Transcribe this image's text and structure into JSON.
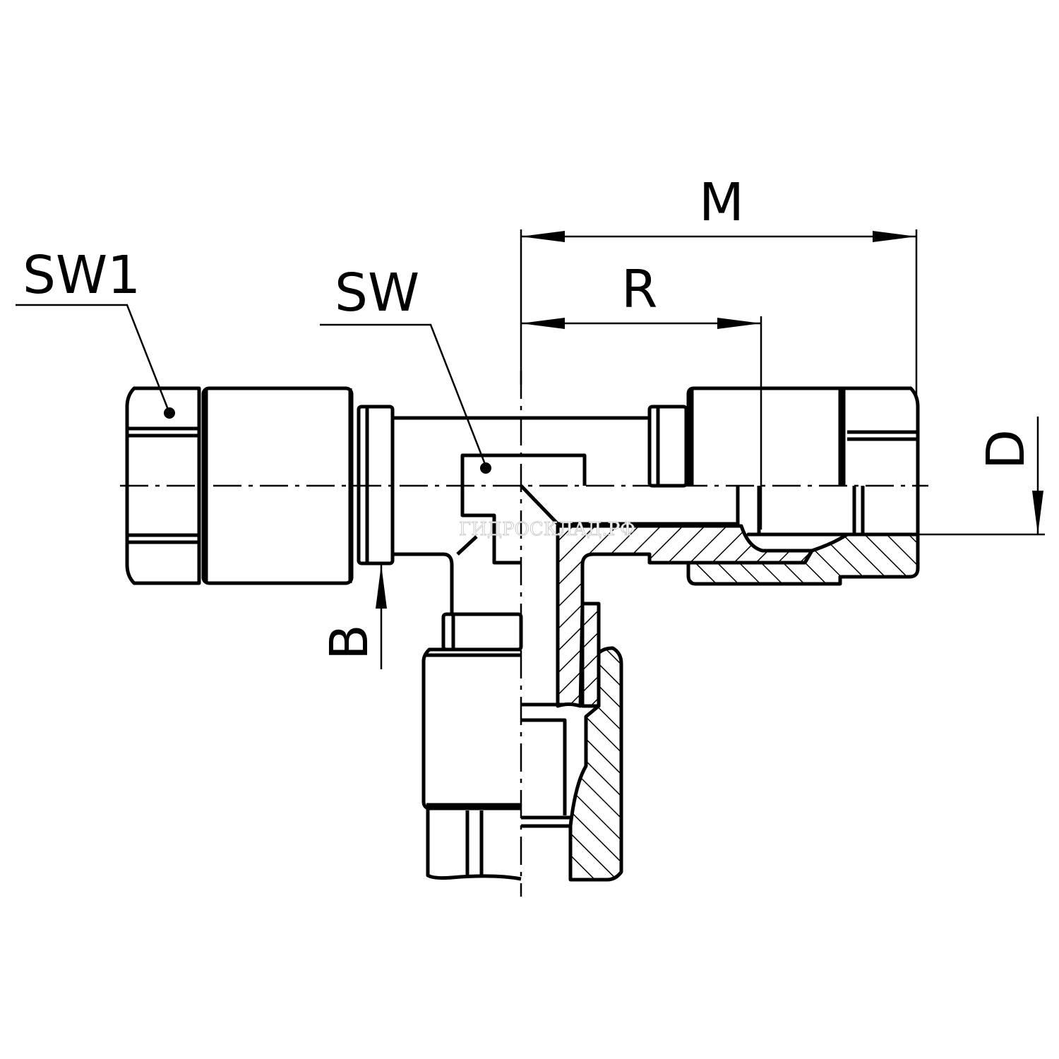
{
  "drawing": {
    "title": "Tee fitting with swivel nuts",
    "labels": {
      "sw1": "SW1",
      "sw": "SW",
      "m": "M",
      "r": "R",
      "d": "D",
      "b": "B"
    },
    "watermark": "ГИДРОСКЛАД.РФ",
    "colors": {
      "line": "#000000",
      "background": "#ffffff"
    }
  }
}
